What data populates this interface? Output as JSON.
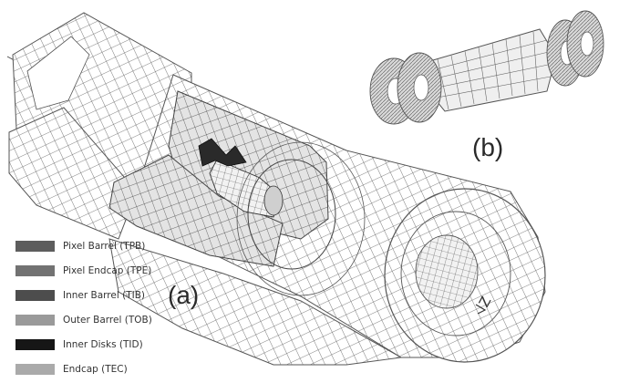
{
  "panels": {
    "a": {
      "label": "(a)"
    },
    "b": {
      "label": "(b)"
    }
  },
  "axis": {
    "label": "Z"
  },
  "legend": {
    "items": [
      {
        "label": "Pixel Barrel (TPB)",
        "color": "#5d5d5d"
      },
      {
        "label": "Pixel Endcap (TPE)",
        "color": "#727272"
      },
      {
        "label": "Inner Barrel (TIB)",
        "color": "#4d4d4d"
      },
      {
        "label": "Outer Barrel (TOB)",
        "color": "#9a9a9a"
      },
      {
        "label": "Inner Disks (TID)",
        "color": "#161616"
      },
      {
        "label": "Endcap (TEC)",
        "color": "#aaaaaa"
      }
    ]
  },
  "colors": {
    "wireframe": "#5a5a5a",
    "structure_fill": "#e6e6e6",
    "inner_fill": "#d0d0d0"
  }
}
